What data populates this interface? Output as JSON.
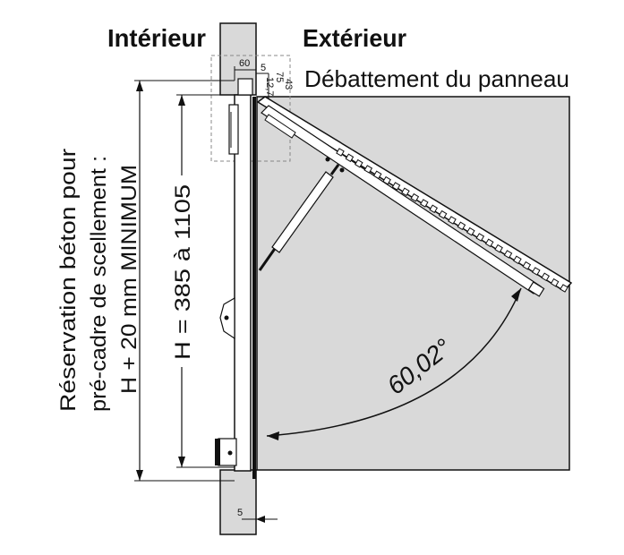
{
  "labels": {
    "interior": "Intérieur",
    "exterior": "Extérieur",
    "panel_travel": "Débattement du panneau",
    "reservation_line1": "Réservation béton pour",
    "reservation_line2": "pré-cadre de scellement :",
    "reservation_line3": "H + 20 mm MINIMUM",
    "height_range": "H = 385 à 1105",
    "angle": "60,02°"
  },
  "dimensions": {
    "top_width": "60",
    "top_gap": "5",
    "small_a": "75",
    "small_b": "43",
    "small_c": "12,7",
    "bottom_gap": "5"
  },
  "colors": {
    "wall_fill": "#d9d9d9",
    "line": "#111111"
  }
}
